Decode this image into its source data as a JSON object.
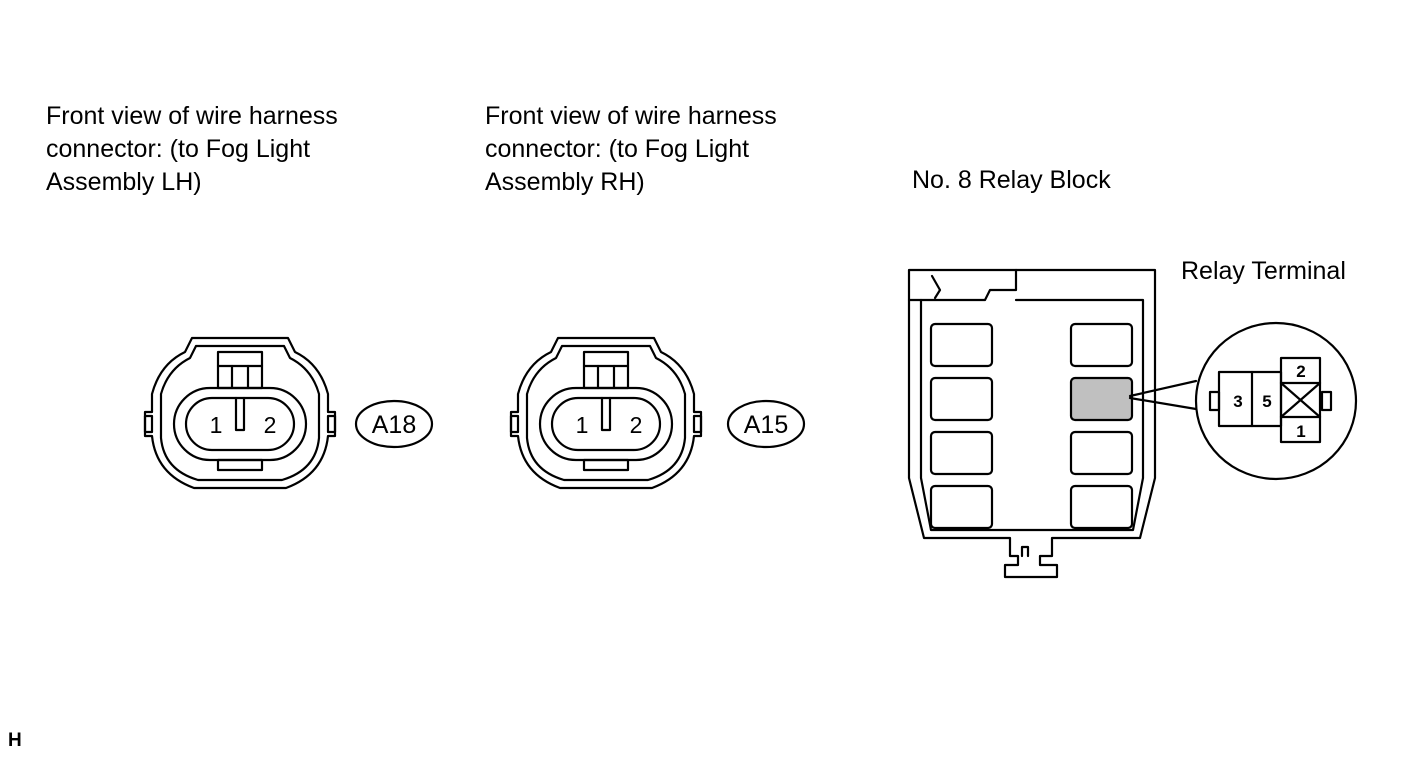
{
  "connector_lh": {
    "caption": "Front view of wire harness\nconnector: (to Fog Light\nAssembly LH)",
    "code": "A18",
    "pins": [
      "1",
      "2"
    ]
  },
  "connector_rh": {
    "caption": "Front view of wire harness\nconnector: (to Fog Light\nAssembly RH)",
    "code": "A15",
    "pins": [
      "1",
      "2"
    ]
  },
  "relay_block": {
    "title": "No. 8 Relay Block",
    "terminal_label": "Relay Terminal",
    "terminals": [
      "3",
      "5",
      "2",
      "1"
    ],
    "highlight_color": "#c0c0c0"
  },
  "page_mark": "H"
}
